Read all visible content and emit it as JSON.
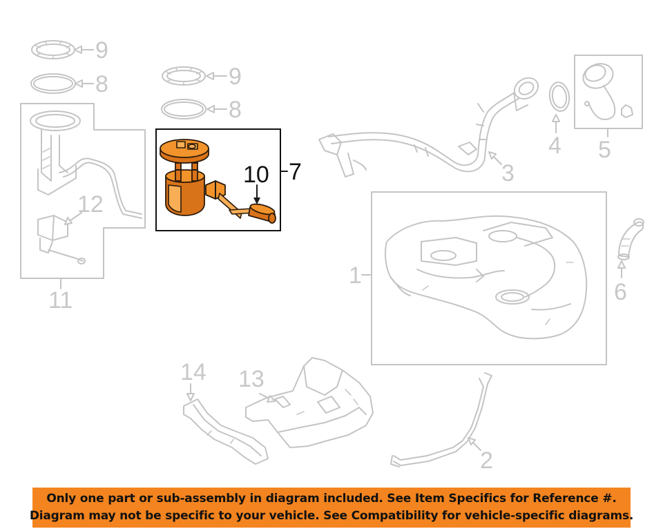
{
  "callouts": {
    "c9_left": "9",
    "c8_left": "8",
    "c9_mid": "9",
    "c8_mid": "8",
    "c12": "12",
    "c11": "11",
    "c10": "10",
    "c7": "7",
    "c4": "4",
    "c5": "5",
    "c3": "3",
    "c1": "1",
    "c6": "6",
    "c14": "14",
    "c13": "13",
    "c2": "2"
  },
  "notice": {
    "line1": "Only one part or sub-assembly in diagram included. See Item Specifics for Reference #.",
    "line2": "Diagram may not be specific to your vehicle. See Compatibility for vehicle-specific diagrams."
  },
  "colors": {
    "highlight_part": "#f2932b",
    "notice_background": "#f3841f",
    "ghost_lines": "#c4c4c4"
  }
}
